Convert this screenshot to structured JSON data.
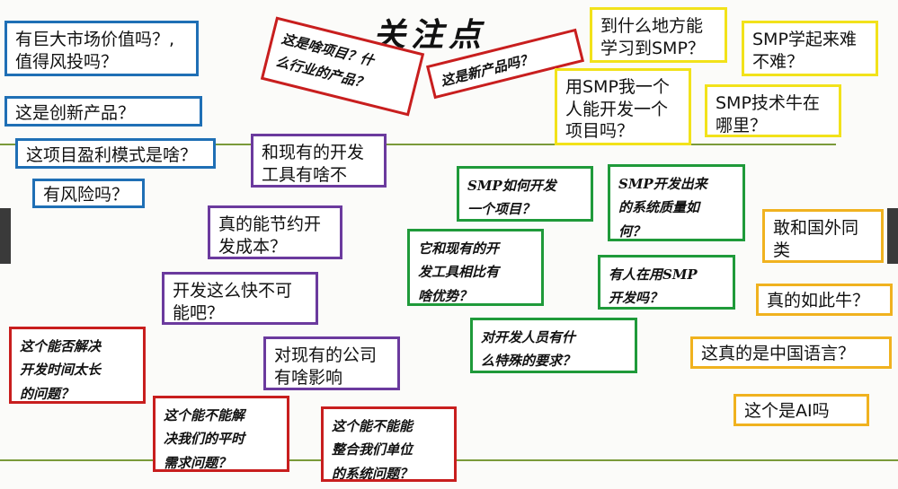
{
  "title": "关注点",
  "notes": [
    {
      "text": "有巨大市场价值吗？,\n值得风投吗？",
      "color": "blue",
      "style": "print"
    },
    {
      "text": "这是创新产品？",
      "color": "blue",
      "style": "print"
    },
    {
      "text": "这项目盈利模式是啥？",
      "color": "blue",
      "style": "print"
    },
    {
      "text": "有风险吗？",
      "color": "blue",
      "style": "print"
    },
    {
      "text": "这是啥项目？什\n么行业的产品？",
      "color": "red",
      "style": "hand"
    },
    {
      "text": "这是新产品吗？",
      "color": "red",
      "style": "hand"
    },
    {
      "text": "和现有的开发\n工具有啥不同？",
      "color": "purple",
      "style": "print"
    },
    {
      "text": "真的能节约开\n发成本？",
      "color": "purple",
      "style": "print"
    },
    {
      "text": "开发这么快不可\n能吧？",
      "color": "purple",
      "style": "print"
    },
    {
      "text": "对现有的公司\n有啥影响",
      "color": "purple",
      "style": "print"
    },
    {
      "text": "这个能否解决\n开发时间太长\n的问题？",
      "color": "red",
      "style": "hand"
    },
    {
      "text": "这个能不能解\n决我们的平时\n需求问题？",
      "color": "red",
      "style": "hand"
    },
    {
      "text": "这个能不能能\n整合我们单位\n的系统问题？",
      "color": "red",
      "style": "hand"
    },
    {
      "text": "到什么地方能\n学习到SMP？",
      "color": "yellow",
      "style": "print"
    },
    {
      "text": "SMP学起来难\n不难？",
      "color": "yellow",
      "style": "print"
    },
    {
      "text": "用SMP我一个\n人能开发一个\n项目吗？",
      "color": "yellow",
      "style": "print"
    },
    {
      "text": "SMP技术牛在\n哪里？",
      "color": "yellow",
      "style": "print"
    },
    {
      "text": "SMP如何开发\n一个项目？",
      "color": "green",
      "style": "hand"
    },
    {
      "text": "SMP开发出来\n的系统质量如\n何？",
      "color": "green",
      "style": "hand"
    },
    {
      "text": "它和现有的开\n发工具相比有\n啥优势？",
      "color": "green",
      "style": "hand"
    },
    {
      "text": "有人在用SMP\n开发吗？",
      "color": "green",
      "style": "hand"
    },
    {
      "text": "对开发人员有什\n么特殊的要求？",
      "color": "green",
      "style": "hand"
    },
    {
      "text": "敢和国外同类\n产品比？",
      "color": "orange",
      "style": "print"
    },
    {
      "text": "真的如此牛？",
      "color": "orange",
      "style": "print"
    },
    {
      "text": "这真的是中国语言？",
      "color": "orange",
      "style": "print"
    },
    {
      "text": "这个是AI吗",
      "color": "orange",
      "style": "print"
    }
  ]
}
